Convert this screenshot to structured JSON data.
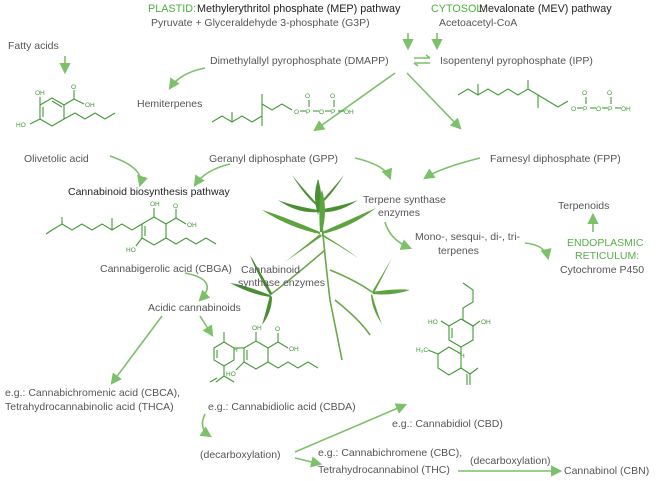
{
  "headers": {
    "plastid_tag": "PLASTID:",
    "plastid_pathway": "Methylerythritol phosphate (MEP) pathway",
    "plastid_substrates": "Pyruvate + Glyceraldehyde 3-phosphate (G3P)",
    "cytosol_tag": "CYTOSOL:",
    "cytosol_pathway": "Mevalonate (MEV) pathway",
    "cytosol_substrate": "Acetoacetyl-CoA"
  },
  "labels": {
    "fatty_acids": "Fatty acids",
    "dmapp": "Dimethylallyl pyrophosphate (DMAPP)",
    "ipp": "Isopentenyl pyrophosphate (IPP)",
    "hemiterpenes": "Hemiterpenes",
    "olivetolic_acid": "Olivetolic acid",
    "gpp": "Geranyl diphosphate (GPP)",
    "fpp": "Farnesyl diphosphate (FPP)",
    "biosynthesis_title": "Cannabinoid biosynthesis pathway",
    "terpene_synthase_1": "Terpene synthase",
    "terpene_synthase_2": "enzymes",
    "terpenoids": "Terpenoids",
    "mono_sesqui_1": "Mono-, sesqui-, di-, tri-",
    "mono_sesqui_2": "terpenes",
    "er_1": "ENDOPLASMIC",
    "er_2": "RETICULUM:",
    "cytochrome": "Cytochrome P450",
    "cbga": "Cannabigerolic acid (CBGA)",
    "synthase_1": "Cannabinoid",
    "synthase_2": "synthase enzymes",
    "acidic": "Acidic cannabinoids",
    "cbca": "e.g.: Cannabichromenic acid (CBCA),",
    "thca": "Tetrahydrocannabinolic acid (THCA)",
    "cbda": "e.g.: Cannabidiolic acid (CBDA)",
    "cbd": "e.g.: Cannabidiol (CBD)",
    "decarbox": "(decarboxylation)",
    "cbc": "e.g.: Cannabichromene (CBC),",
    "thc": "Tetrahydrocannabinol (THC)",
    "decarbox2": "(decarboxylation)",
    "cbn": "Cannabinol (CBN)"
  },
  "molecule_atoms": {
    "oh": "OH",
    "ho": "HO",
    "o": "O",
    "p": "P",
    "h": "H"
  },
  "colors": {
    "accent_green": "#4fae3f",
    "arrow_green": "#7cc16a",
    "molecule_green": "#3f9a33",
    "text_gray": "#555555"
  }
}
